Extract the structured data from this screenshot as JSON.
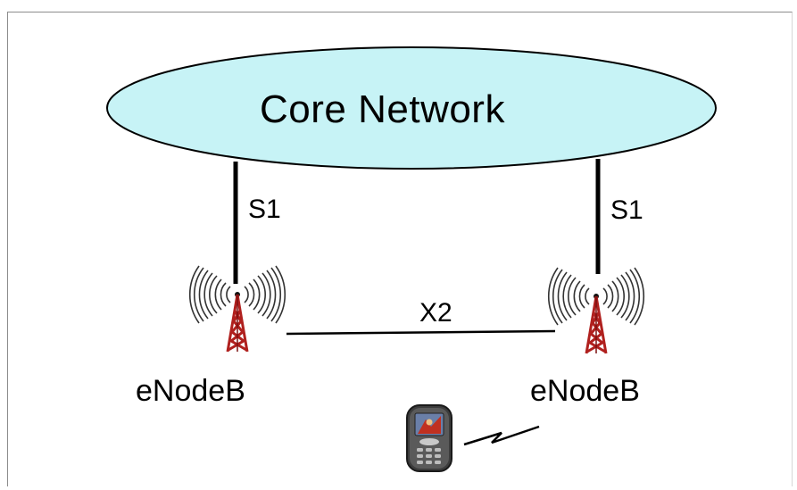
{
  "core_network": {
    "label": "Core Network"
  },
  "links": {
    "s1_left": "S1",
    "s1_right": "S1",
    "x2": "X2"
  },
  "nodes": {
    "left": "eNodeB",
    "right": "eNodeB"
  },
  "icons": [
    "antenna-tower-icon",
    "mobile-phone-icon",
    "wireless-signal-icon"
  ],
  "colors": {
    "core_fill": "#c7f3f6",
    "tower_red": "#b0201e",
    "line": "#000000"
  }
}
